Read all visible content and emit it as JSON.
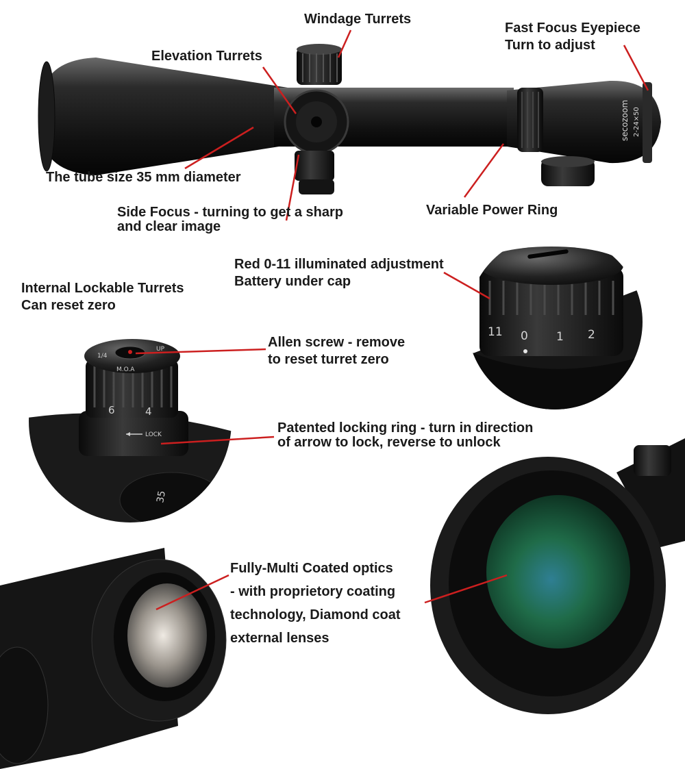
{
  "labels": {
    "windage_turrets": "Windage Turrets",
    "fast_focus_eyepiece": [
      "Fast Focus Eyepiece",
      "Turn to adjust"
    ],
    "elevation_turrets": "Elevation Turrets",
    "tube_size": "The tube size 35 mm diameter",
    "side_focus": [
      "Side Focus - turning to get a sharp",
      "and clear image"
    ],
    "variable_power_ring": "Variable Power Ring",
    "illuminated_adjustment": [
      "Red 0-11 illuminated adjustment",
      "Battery under cap"
    ],
    "internal_lockable_turrets": [
      "Internal Lockable Turrets",
      "Can reset zero"
    ],
    "allen_screw": [
      "Allen screw - remove",
      "to reset turret zero"
    ],
    "locking_ring": [
      "Patented locking ring - turn in direction",
      "of arrow to lock, reverse to unlock"
    ],
    "coated_optics": [
      "Fully-Multi Coated optics",
      "- with proprietory coating",
      "technology, Diamond coat",
      "external lenses"
    ]
  },
  "engravings": {
    "brand": "secozoom",
    "model": "2-24×50",
    "illum_dial": [
      "11",
      "0",
      "1",
      "2"
    ],
    "turret_numbers": [
      "6",
      "4"
    ],
    "turret_lock": "LOCK",
    "turret_moa": "M.O.A",
    "turret_click": "1/4",
    "turret_up": "UP",
    "side_focus_mark": "35"
  },
  "colors": {
    "leader_lines": "#cc1f1f",
    "scope_body": "#161616",
    "lens_green": "#1f6b48",
    "text": "#1a1a1a"
  }
}
